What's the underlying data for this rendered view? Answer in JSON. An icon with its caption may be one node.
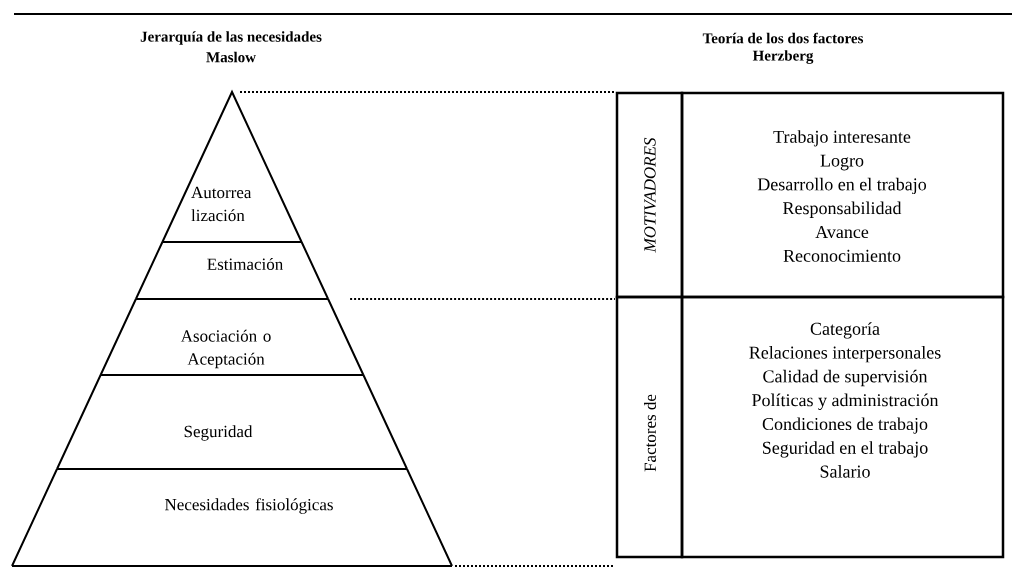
{
  "diagram": {
    "nodes": [
      {
        "text": [
          "Autorrea lización"
        ]
      },
      {
        "text": [
          "Estimación"
        ]
      },
      {
        "text": [
          "Asociación o Aceptación"
        ]
      },
      {
        "text": [
          "Seguridad"
        ]
      },
      {
        "text": [
          "Necesidades fisiológicas"
        ]
      },
      {
        "text": [
          "MOTIVADORES"
        ]
      },
      {
        "text": [
          "Trabajo interesante",
          "Logro",
          "Desarrollo en el trabajo",
          "Responsabilidad",
          "Avance",
          "Reconocimiento"
        ]
      },
      {
        "text": [
          "Factores de"
        ]
      },
      {
        "text": [
          "Categoría",
          "Relaciones interpersonales",
          "Calidad de supervisión",
          "Políticas y administración",
          "Condiciones de trabajo",
          "Seguridad en el trabajo",
          "Salario"
        ]
      }
    ],
    "edges": [
      {
        "from": 0,
        "to": 5,
        "arrow": "none",
        "style": "dashed"
      },
      {
        "from": 2,
        "to": 7,
        "arrow": "none",
        "style": "dashed"
      },
      {
        "from": 4,
        "to": 7,
        "arrow": "none",
        "style": "dashed"
      }
    ],
    "labels": [
      "Jerarquía de las necesidades",
      "Maslow",
      "Teoría de los dos factores",
      "Herzberg"
    ]
  }
}
